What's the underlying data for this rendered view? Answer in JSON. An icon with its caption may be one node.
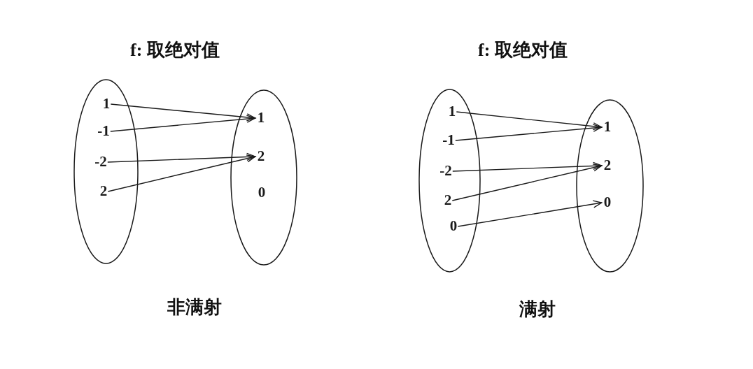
{
  "diagram": {
    "nodes": [
      {
        "text": [],
        "shape": "ellipse"
      },
      {
        "text": [
          "1"
        ],
        "in": 0
      },
      {
        "text": [
          "-1"
        ],
        "in": 0
      },
      {
        "text": [
          "-2"
        ],
        "in": 0
      },
      {
        "text": [
          "2"
        ],
        "in": 0
      },
      {
        "text": [],
        "shape": "ellipse"
      },
      {
        "text": [
          "1"
        ],
        "in": 5
      },
      {
        "text": [
          "2"
        ],
        "in": 5
      },
      {
        "text": [
          "0"
        ],
        "in": 5
      },
      {
        "text": [],
        "shape": "ellipse"
      },
      {
        "text": [
          "1"
        ],
        "in": 9
      },
      {
        "text": [
          "-1"
        ],
        "in": 9
      },
      {
        "text": [
          "-2"
        ],
        "in": 9
      },
      {
        "text": [
          "2"
        ],
        "in": 9
      },
      {
        "text": [
          "0"
        ],
        "in": 9
      },
      {
        "text": [],
        "shape": "ellipse"
      },
      {
        "text": [
          "1"
        ],
        "in": 15
      },
      {
        "text": [
          "2"
        ],
        "in": 15
      },
      {
        "text": [
          "0"
        ],
        "in": 15
      }
    ],
    "edges": [
      {
        "from": 1,
        "to": 6,
        "arrow": "to"
      },
      {
        "from": 2,
        "to": 6,
        "arrow": "to"
      },
      {
        "from": 3,
        "to": 7,
        "arrow": "to"
      },
      {
        "from": 4,
        "to": 7,
        "arrow": "to"
      },
      {
        "from": 10,
        "to": 16,
        "arrow": "to"
      },
      {
        "from": 11,
        "to": 16,
        "arrow": "to"
      },
      {
        "from": 12,
        "to": 17,
        "arrow": "to"
      },
      {
        "from": 13,
        "to": 17,
        "arrow": "to"
      },
      {
        "from": 14,
        "to": 18,
        "arrow": "to"
      }
    ],
    "labels": [
      "f: 取绝对值",
      "f: 取绝对值",
      "非满射",
      "满射"
    ]
  }
}
